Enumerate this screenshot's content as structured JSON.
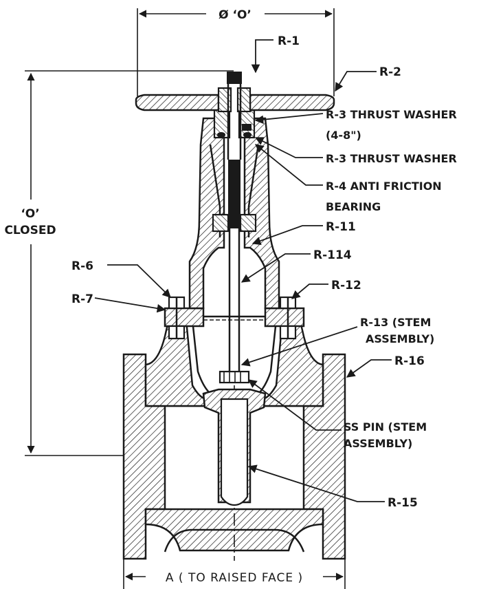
{
  "dimensions": {
    "top_width": "Ø ‘O’",
    "closed_height_line1": "‘O’",
    "closed_height_line2": "CLOSED",
    "bottom_width": "A ( TO RAISED FACE )"
  },
  "callouts": {
    "r1": "R-1",
    "r2": "R-2",
    "r3a_line1": "R-3 THRUST WASHER",
    "r3a_line2": "(4-8\")",
    "r3b": "R-3 THRUST WASHER",
    "r4_line1": "R-4 ANTI FRICTION",
    "r4_line2": "BEARING",
    "r11": "R-11",
    "r114": "R-114",
    "r6": "R-6",
    "r7": "R-7",
    "r12": "R-12",
    "r13_line1": "R-13 (STEM",
    "r13_line2": "ASSEMBLY)",
    "r16": "R-16",
    "sspin_line1": "SS PIN (STEM",
    "sspin_line2": "ASSEMBLY)",
    "r15": "R-15"
  }
}
